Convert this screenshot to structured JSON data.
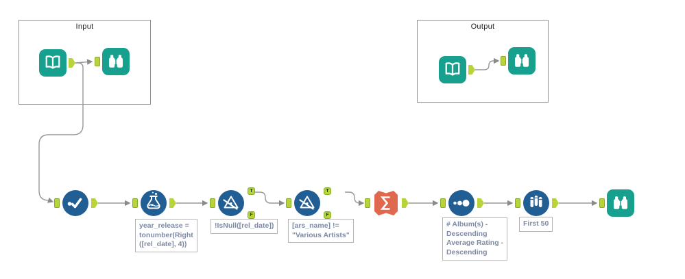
{
  "app": "workflow-designer",
  "colors": {
    "teal": "#17a08e",
    "blue": "#215e94",
    "orange": "#e0684e",
    "anchor": "#b9d43a",
    "anchor-border": "#86ad27",
    "wire": "#979797"
  },
  "containers": [
    {
      "label": "Input"
    },
    {
      "label": "Output"
    }
  ],
  "anchors": {
    "true_label": "T",
    "false_label": "F"
  },
  "icons": {
    "input_data": "book-icon",
    "browse": "binoculars-icon",
    "select": "check-dot-icon",
    "formula": "flask-icon",
    "filter": "funnel-triangle-icon",
    "summarize": "sigma-icon",
    "sort": "dots-ascending-icon",
    "sample": "test-tubes-icon"
  },
  "annotations": {
    "formula": "year_release =\ntonumber(Right\n([rel_date], 4))",
    "filter1": "!IsNull([rel_date])",
    "filter2": "[ars_name] !=\n\"Various Artists\"",
    "sort": "# Album(s) -\nDescending\nAverage Rating -\nDescending",
    "sample": "First 50"
  }
}
